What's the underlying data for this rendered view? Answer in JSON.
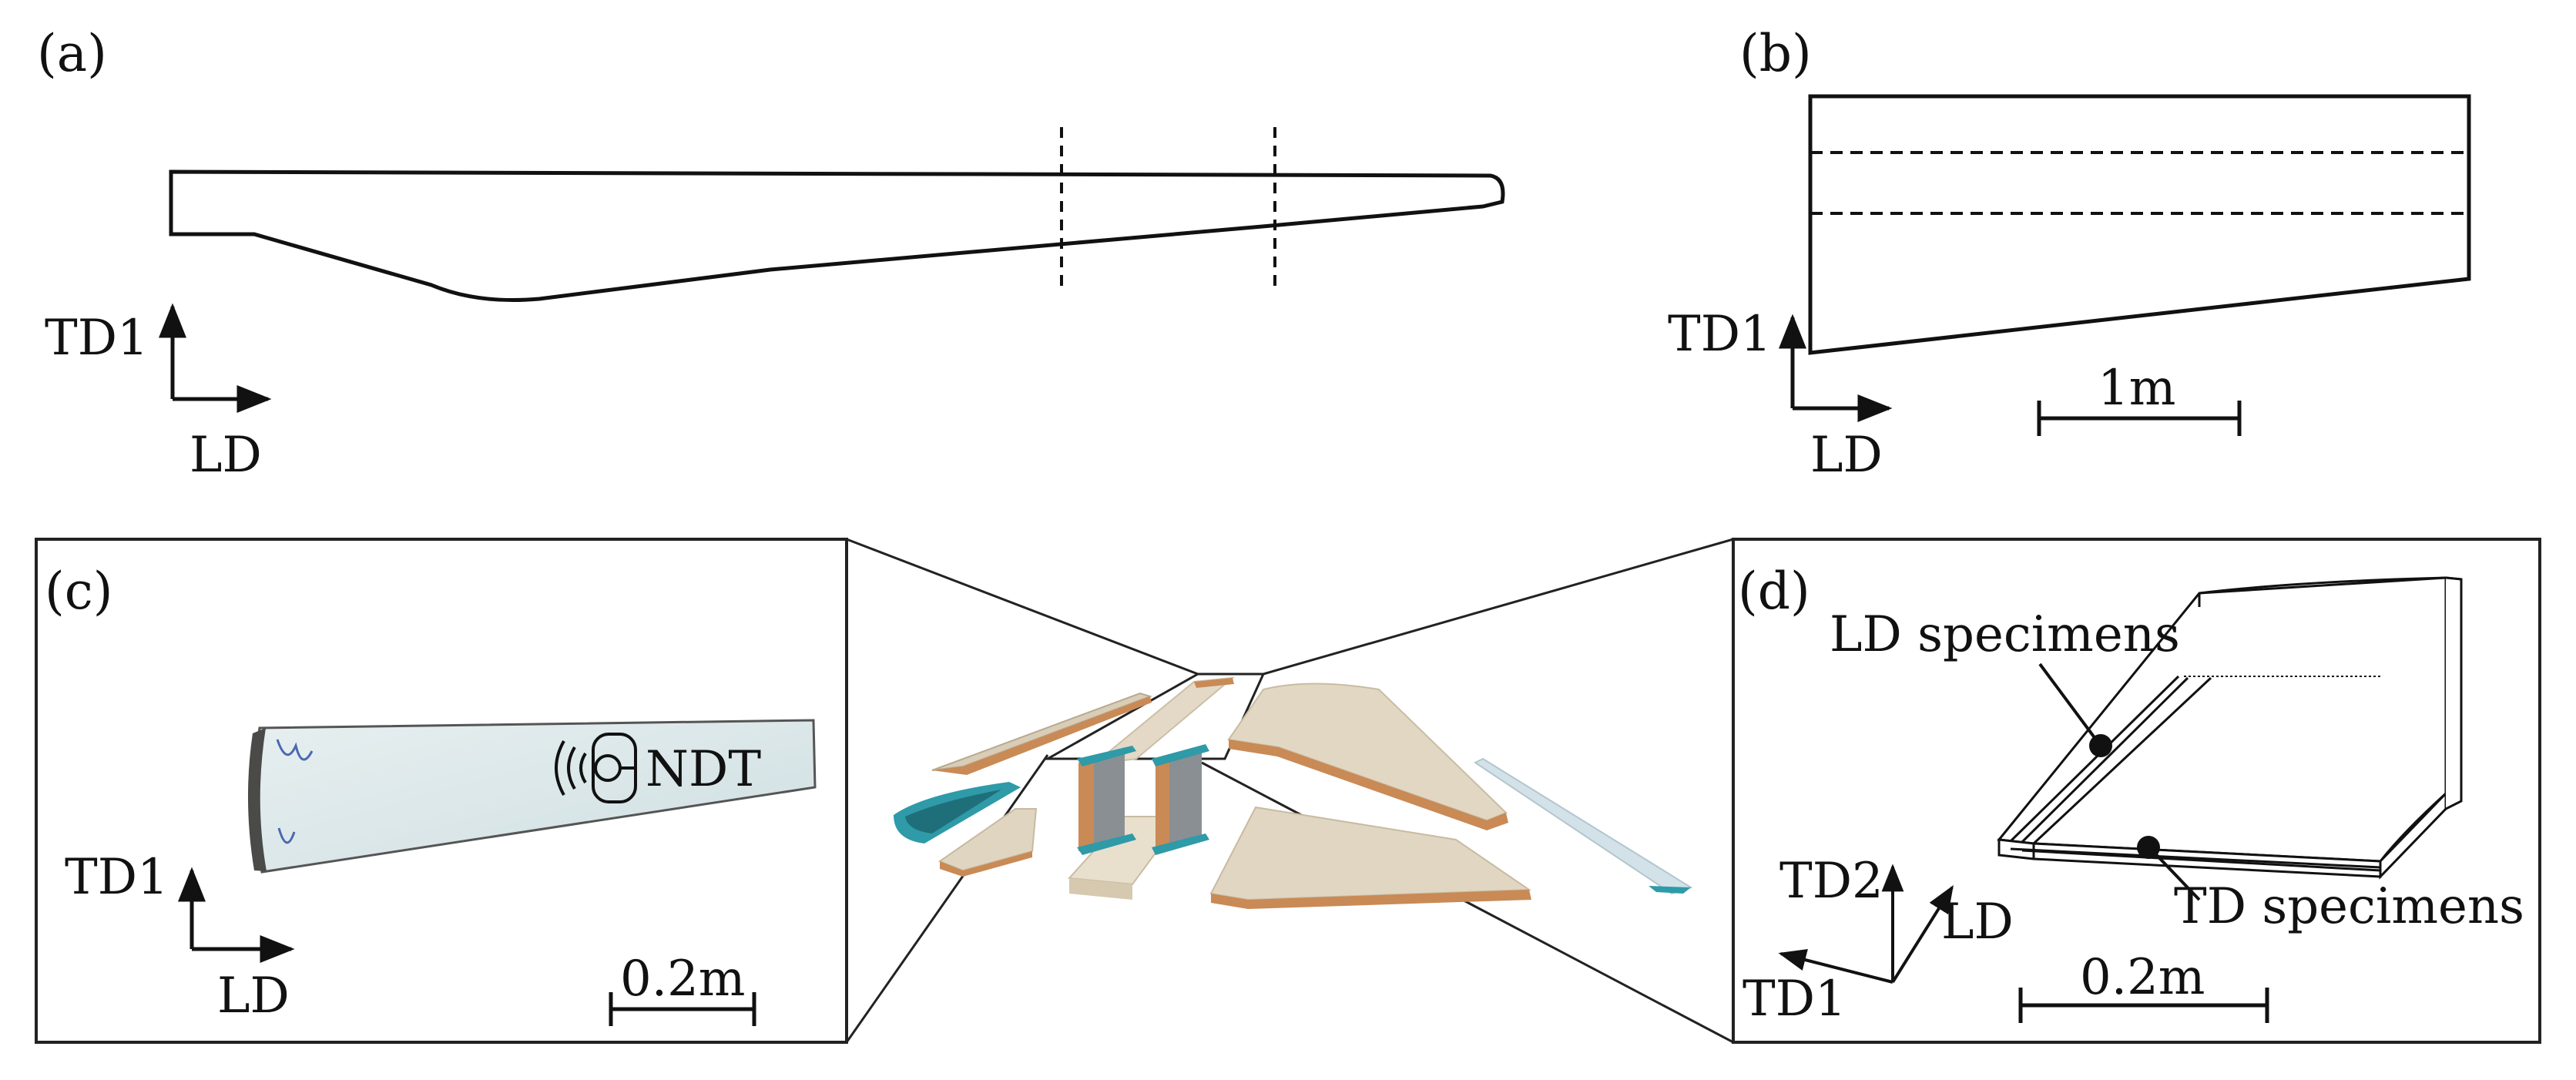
{
  "panels": {
    "a": {
      "label": "(a)",
      "axis_v": "TD1",
      "axis_h": "LD"
    },
    "b": {
      "label": "(b)",
      "axis_v": "TD1",
      "axis_h": "LD",
      "scale": "1m"
    },
    "c": {
      "label": "(c)",
      "axis_v": "TD1",
      "axis_h": "LD",
      "scale": "0.2m",
      "ndt": "NDT",
      "ndt_icon": "ultrasonic-sensor-icon"
    },
    "d": {
      "label": "(d)",
      "axis_1": "TD2",
      "axis_2": "LD",
      "axis_3": "TD1",
      "scale": "0.2m",
      "callout_ld": "LD specimens",
      "callout_td": "TD specimens"
    }
  },
  "colors": {
    "line": "#111111",
    "laminate_light": "#e6dccb",
    "laminate_shade": "#cfc2aa",
    "core_orange": "#c98a55",
    "spar_teal": "#2f9aa8",
    "spar_grey": "#8a8f93",
    "specimen_blue": "#dbe8ea"
  }
}
